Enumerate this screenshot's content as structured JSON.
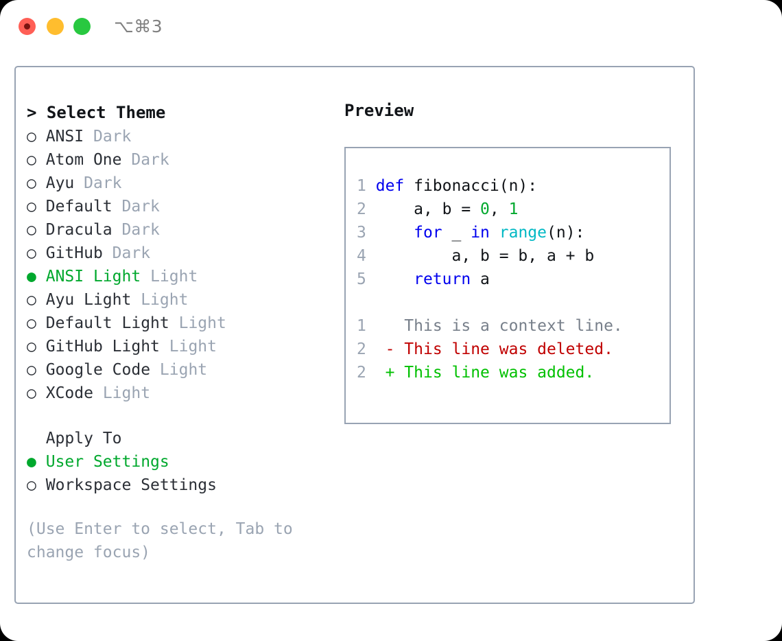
{
  "titlebar": {
    "shortcut": "⌥⌘3",
    "buttons": [
      {
        "name": "close",
        "color": "#ff5f56"
      },
      {
        "name": "minimize",
        "color": "#ffbd2e"
      },
      {
        "name": "maximize",
        "color": "#28c840"
      }
    ]
  },
  "colors": {
    "accent_green": "#00a82d",
    "border": "#98a3b3",
    "muted": "#9aa4b2",
    "keyword_blue": "#0000ee",
    "function_cyan": "#00b8c4",
    "diff_add": "#00c000",
    "diff_del": "#c00000"
  },
  "theme_list": {
    "title": "> Select Theme",
    "items": [
      {
        "marker": "○",
        "name": "ANSI",
        "suffix": "Dark",
        "selected": false
      },
      {
        "marker": "○",
        "name": "Atom One",
        "suffix": "Dark",
        "selected": false
      },
      {
        "marker": "○",
        "name": "Ayu",
        "suffix": "Dark",
        "selected": false
      },
      {
        "marker": "○",
        "name": "Default",
        "suffix": "Dark",
        "selected": false
      },
      {
        "marker": "○",
        "name": "Dracula",
        "suffix": "Dark",
        "selected": false
      },
      {
        "marker": "○",
        "name": "GitHub",
        "suffix": "Dark",
        "selected": false
      },
      {
        "marker": "●",
        "name": "ANSI Light",
        "suffix": "Light",
        "selected": true
      },
      {
        "marker": "○",
        "name": "Ayu Light",
        "suffix": "Light",
        "selected": false
      },
      {
        "marker": "○",
        "name": "Default Light",
        "suffix": "Light",
        "selected": false
      },
      {
        "marker": "○",
        "name": "GitHub Light",
        "suffix": "Light",
        "selected": false
      },
      {
        "marker": "○",
        "name": "Google Code",
        "suffix": "Light",
        "selected": false
      },
      {
        "marker": "○",
        "name": "XCode",
        "suffix": "Light",
        "selected": false
      }
    ]
  },
  "apply_to": {
    "title": "Apply To",
    "items": [
      {
        "marker": "●",
        "name": "User Settings",
        "selected": true
      },
      {
        "marker": "○",
        "name": "Workspace Settings",
        "selected": false
      }
    ]
  },
  "hint": "(Use Enter to select, Tab to change focus)",
  "preview": {
    "title": "Preview",
    "code_lines": [
      {
        "num": "1",
        "tokens": [
          {
            "t": "def",
            "c": "kw"
          },
          {
            "t": " fibonacci(n):",
            "c": "plain"
          }
        ]
      },
      {
        "num": "2",
        "tokens": [
          {
            "t": "    a, b = ",
            "c": "plain"
          },
          {
            "t": "0",
            "c": "num"
          },
          {
            "t": ", ",
            "c": "plain"
          },
          {
            "t": "1",
            "c": "num"
          }
        ]
      },
      {
        "num": "3",
        "tokens": [
          {
            "t": "    ",
            "c": "plain"
          },
          {
            "t": "for",
            "c": "kw"
          },
          {
            "t": " _ ",
            "c": "plain"
          },
          {
            "t": "in",
            "c": "kw"
          },
          {
            "t": " ",
            "c": "plain"
          },
          {
            "t": "range",
            "c": "fn"
          },
          {
            "t": "(n):",
            "c": "plain"
          }
        ]
      },
      {
        "num": "4",
        "tokens": [
          {
            "t": "        a, b = b, a + b",
            "c": "plain"
          }
        ]
      },
      {
        "num": "5",
        "tokens": [
          {
            "t": "    ",
            "c": "plain"
          },
          {
            "t": "return",
            "c": "kw"
          },
          {
            "t": " a",
            "c": "plain"
          }
        ]
      }
    ],
    "diff_lines": [
      {
        "num": "1",
        "sign": " ",
        "text": "This is a context line.",
        "kind": "d-ctx"
      },
      {
        "num": "2",
        "sign": "-",
        "text": "This line was deleted.",
        "kind": "d-del"
      },
      {
        "num": "2",
        "sign": "+",
        "text": "This line was added.",
        "kind": "d-add"
      }
    ]
  }
}
